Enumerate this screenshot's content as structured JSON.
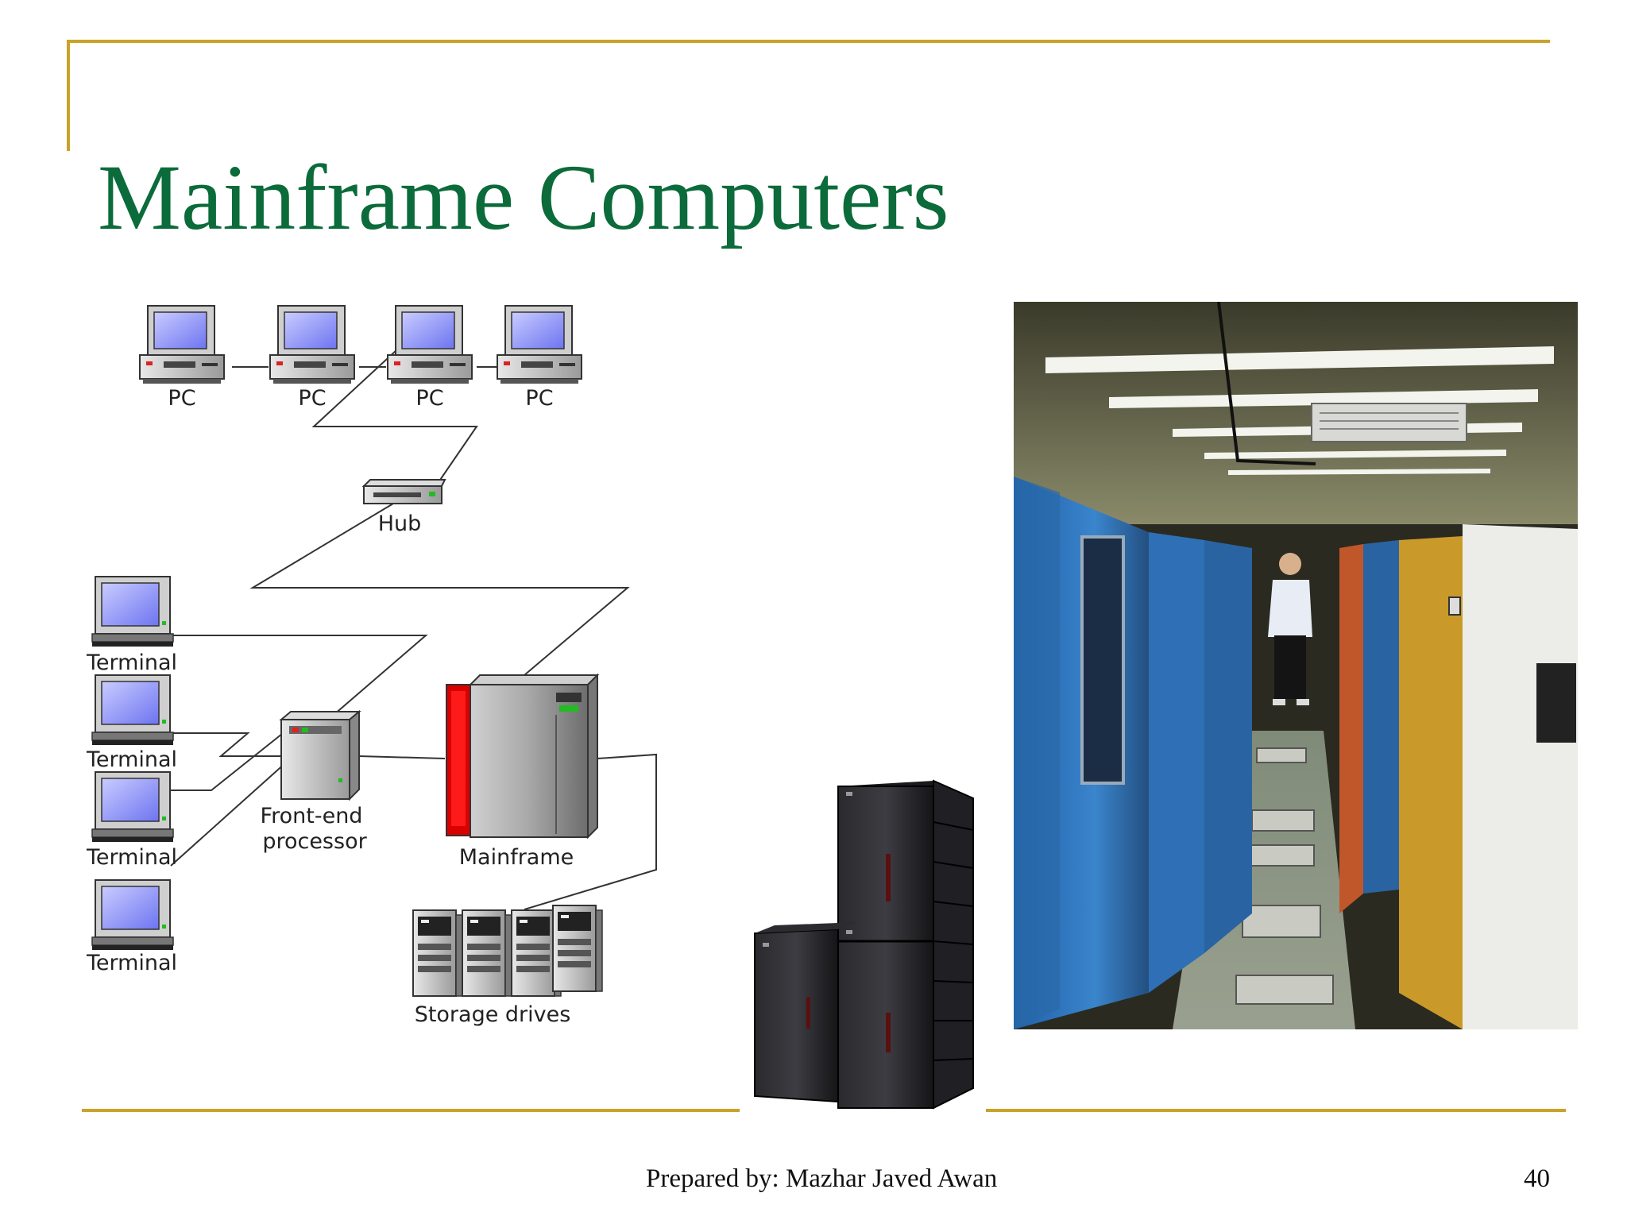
{
  "slide": {
    "title": "Mainframe Computers",
    "footer": "Prepared by: Mazhar Javed Awan",
    "page_number": "40"
  },
  "diagram": {
    "pc_label": "PC",
    "hub_label": "Hub",
    "terminal_label": "Terminal",
    "fep_label_1": "Front-end",
    "fep_label_2": "processor",
    "mainframe_label": "Mainframe",
    "storage_label": "Storage drives"
  },
  "colors": {
    "accent_line": "#c9a227",
    "title": "#0b6b3a",
    "screen": "#8c93f5",
    "mainframe_red": "#d90000"
  }
}
